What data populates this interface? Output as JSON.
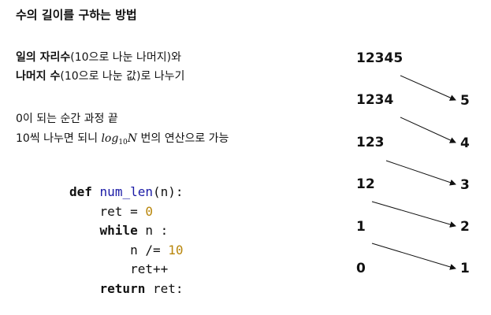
{
  "title": "수의 길이를 구하는 방법",
  "desc": {
    "line1_bold": "일의 자리수",
    "line1_rest": "(10으로 나눈 나머지)와",
    "line2_bold": "나머지 수",
    "line2_rest": "(10으로 나눈 값)로 나누기",
    "line3": "0이 되는 순간 과정 끝",
    "line4_pre": "10씩 나누면 되니 ",
    "line4_log": "log",
    "line4_sub": "10",
    "line4_n": "N",
    "line4_post": " 번의 연산으로 가능"
  },
  "code": {
    "def": "def",
    "fn_name": "num_len",
    "params": "(n):",
    "l2_a": "ret = ",
    "l2_num": "0",
    "l3_kw": "while",
    "l3_rest": " n :",
    "l4_a": "n /= ",
    "l4_num": "10",
    "l5": "ret++",
    "l6_kw": "return",
    "l6_rest": " ret:"
  },
  "numbers_left": [
    "12345",
    "1234",
    "123",
    "12",
    "1",
    "0"
  ],
  "digits_right": [
    "5",
    "4",
    "3",
    "2",
    "1"
  ]
}
